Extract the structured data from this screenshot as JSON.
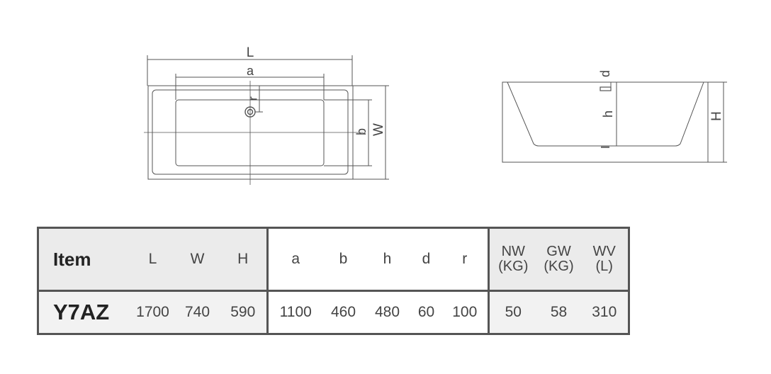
{
  "diagram": {
    "top_view": {
      "dim_L": "L",
      "dim_a": "a",
      "dim_r": "r",
      "dim_b": "b",
      "dim_W": "W"
    },
    "side_view": {
      "dim_d": "d",
      "dim_h": "h",
      "dim_H": "H"
    }
  },
  "table": {
    "header": {
      "item": "Item",
      "L": "L",
      "W": "W",
      "H": "H",
      "a": "a",
      "b": "b",
      "h": "h",
      "d": "d",
      "r": "r",
      "nw_1": "NW",
      "nw_2": "(KG)",
      "gw_1": "GW",
      "gw_2": "(KG)",
      "wv_1": "WV",
      "wv_2": "(L)"
    },
    "row": {
      "item": "Y7AZ",
      "L": "1700",
      "W": "740",
      "H": "590",
      "a": "1100",
      "b": "460",
      "h": "480",
      "d": "60",
      "r": "100",
      "nw": "50",
      "gw": "58",
      "wv": "310"
    }
  }
}
